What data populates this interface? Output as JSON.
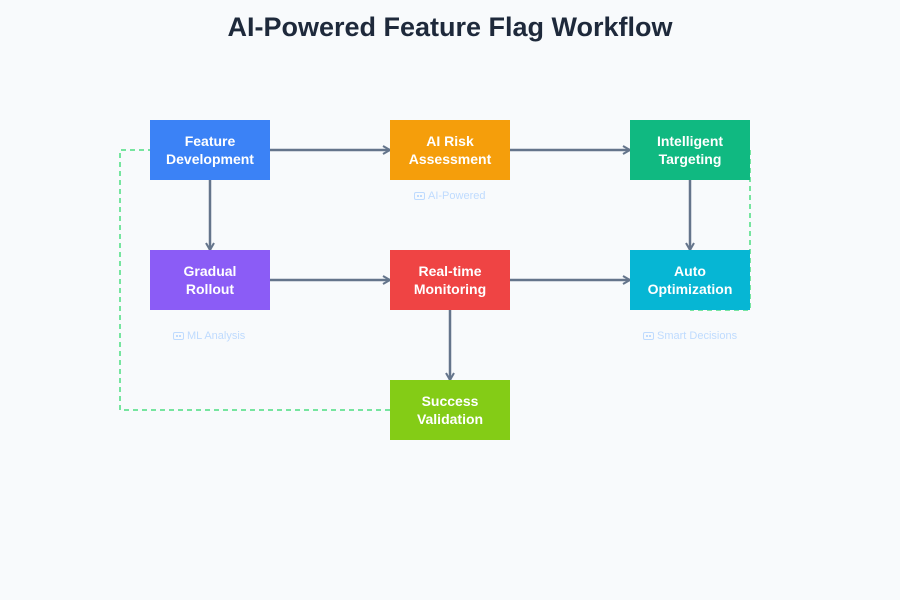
{
  "title": "AI-Powered Feature Flag Workflow",
  "nodes": {
    "feature_development": {
      "line1": "Feature",
      "line2": "Development",
      "color": "#3b82f6"
    },
    "ai_risk_assessment": {
      "line1": "AI Risk",
      "line2": "Assessment",
      "color": "#f59e0b"
    },
    "intelligent_targeting": {
      "line1": "Intelligent",
      "line2": "Targeting",
      "color": "#10b981"
    },
    "gradual_rollout": {
      "line1": "Gradual",
      "line2": "Rollout",
      "color": "#8b5cf6"
    },
    "realtime_monitoring": {
      "line1": "Real-time",
      "line2": "Monitoring",
      "color": "#ef4444"
    },
    "auto_optimization": {
      "line1": "Auto",
      "line2": "Optimization",
      "color": "#06b6d4"
    },
    "success_validation": {
      "line1": "Success",
      "line2": "Validation",
      "color": "#84cc16"
    }
  },
  "ai_labels": {
    "ai_powered": "AI-Powered",
    "ml_analysis": "ML Analysis",
    "smart_decisions": "Smart Decisions"
  },
  "colors": {
    "arrow": "#64748b",
    "feedback": "#4ade80",
    "ai_label": "#bfdbfe"
  }
}
